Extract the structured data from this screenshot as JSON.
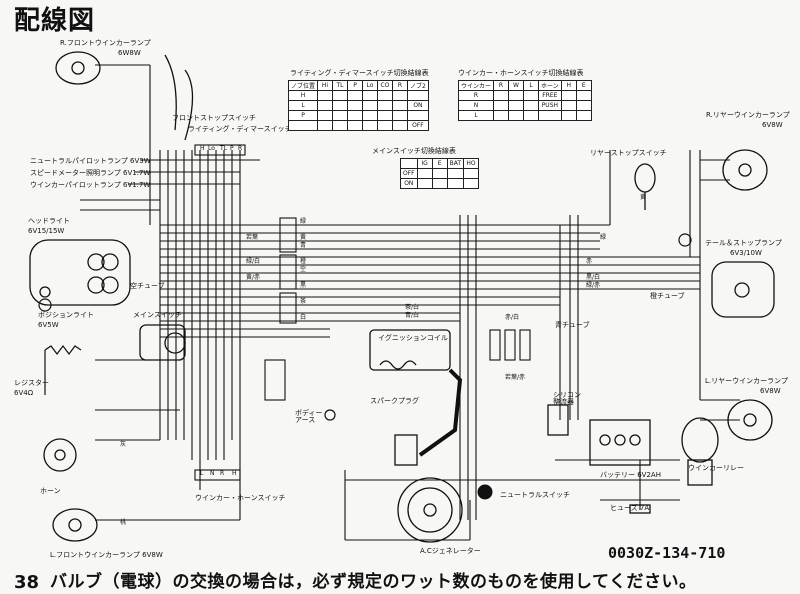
{
  "title": "配線図",
  "diagram_code": "0030Z-134-710",
  "page_number": "38",
  "footer_note": "バルブ（電球）の交換の場合は，必ず規定のワット数のものを使用してください。",
  "components": {
    "r_front_winker": "R.フロントウインカーランプ",
    "r_front_winker_w": "6W8W",
    "front_stop_switch": "フロントストップスイッチ",
    "lighting_dimmer_switch": "ライティング・ディマースイッチ",
    "neutral_pilot": "ニュートラルパイロットランプ  6V3W",
    "speedometer_lamp": "スピードメーター照明ランプ  6V1.7W",
    "winker_pilot": "ウインカーパイロットランプ  6V1.7W",
    "headlight": "ヘッドライト",
    "headlight_w": "6V15/15W",
    "position_light": "ポジションライト",
    "position_light_w": "6V5W",
    "main_switch": "メインスイッチ",
    "resistor": "レジスター",
    "resistor_w": "6V4Ω",
    "horn": "ホーン",
    "winker_horn_switch": "ウインカー・ホーンスイッチ",
    "l_front_winker": "L.フロントウインカーランプ  6V8W",
    "body_earth": "ボディー\nアース",
    "spark_plug": "スパークプラグ",
    "ignition_coil": "イグニッションコイル",
    "ac_generator": "A.Cジェネレーター",
    "neutral_switch": "ニュートラルスイッチ",
    "silicon_rectifier": "シリコン\n整流器",
    "battery": "バッテリー 6V2AH",
    "fuse": "ヒューズ 7A",
    "winker_relay": "ウインカーリレー",
    "rear_stop_switch": "リヤーストップスイッチ",
    "r_rear_winker": "R.リヤーウインカーランプ",
    "r_rear_winker_w": "6V8W",
    "tail_stop_lamp": "テール＆ストップランプ",
    "tail_stop_lamp_w": "6V3/10W",
    "l_rear_winker": "L.リヤーウインカーランプ",
    "l_rear_winker_w": "6V8W",
    "blue_tube": "青チューブ",
    "orange_tube": "橙チューブ",
    "sky_tube": "空チューブ"
  },
  "tables": {
    "lighting": {
      "title": "ライティング・ディマースイッチ切換結線表",
      "header": [
        "ノブ位置",
        "Hi",
        "TL",
        "P",
        "Lo",
        "CO",
        "R",
        "ノブ2"
      ],
      "rows": [
        [
          "H",
          "",
          "",
          "",
          "",
          "",
          "",
          ""
        ],
        [
          "L",
          "",
          "",
          "",
          "",
          "",
          "",
          "ON"
        ],
        [
          "P",
          "",
          "",
          "",
          "",
          "",
          "",
          ""
        ],
        [
          "",
          "",
          "",
          "",
          "",
          "",
          "",
          "OFF"
        ]
      ]
    },
    "winker": {
      "title": "ウインカー・ホーンスイッチ切換結線表",
      "header": [
        "ウインカー",
        "R",
        "W",
        "L",
        "ホーン",
        "H",
        "E"
      ],
      "rows": [
        [
          "R",
          "",
          "",
          "",
          "FREE",
          "",
          ""
        ],
        [
          "N",
          "",
          "",
          "",
          "PUSH",
          "",
          ""
        ],
        [
          "L",
          "",
          "",
          "",
          "",
          "",
          ""
        ]
      ]
    },
    "main": {
      "title": "メインスイッチ切換結線表",
      "header": [
        "",
        "IG",
        "E",
        "BAT",
        "HO"
      ],
      "rows": [
        [
          "OFF",
          "",
          "",
          "",
          ""
        ],
        [
          "ON",
          "",
          "",
          "",
          ""
        ]
      ]
    }
  },
  "wire_labels": [
    "緑",
    "黄",
    "青",
    "橙",
    "空",
    "黒",
    "茶",
    "白",
    "桃",
    "灰",
    "若葉",
    "緑/白",
    "黄/赤",
    "赤",
    "黒/白",
    "緑/赤",
    "赤/白",
    "若葉/赤",
    "青/白",
    "茶/白"
  ],
  "switch_pins": [
    "H",
    "Lo",
    "TL",
    "P",
    "R"
  ],
  "winker_switch_pins": [
    "L",
    "N",
    "R",
    "H"
  ]
}
